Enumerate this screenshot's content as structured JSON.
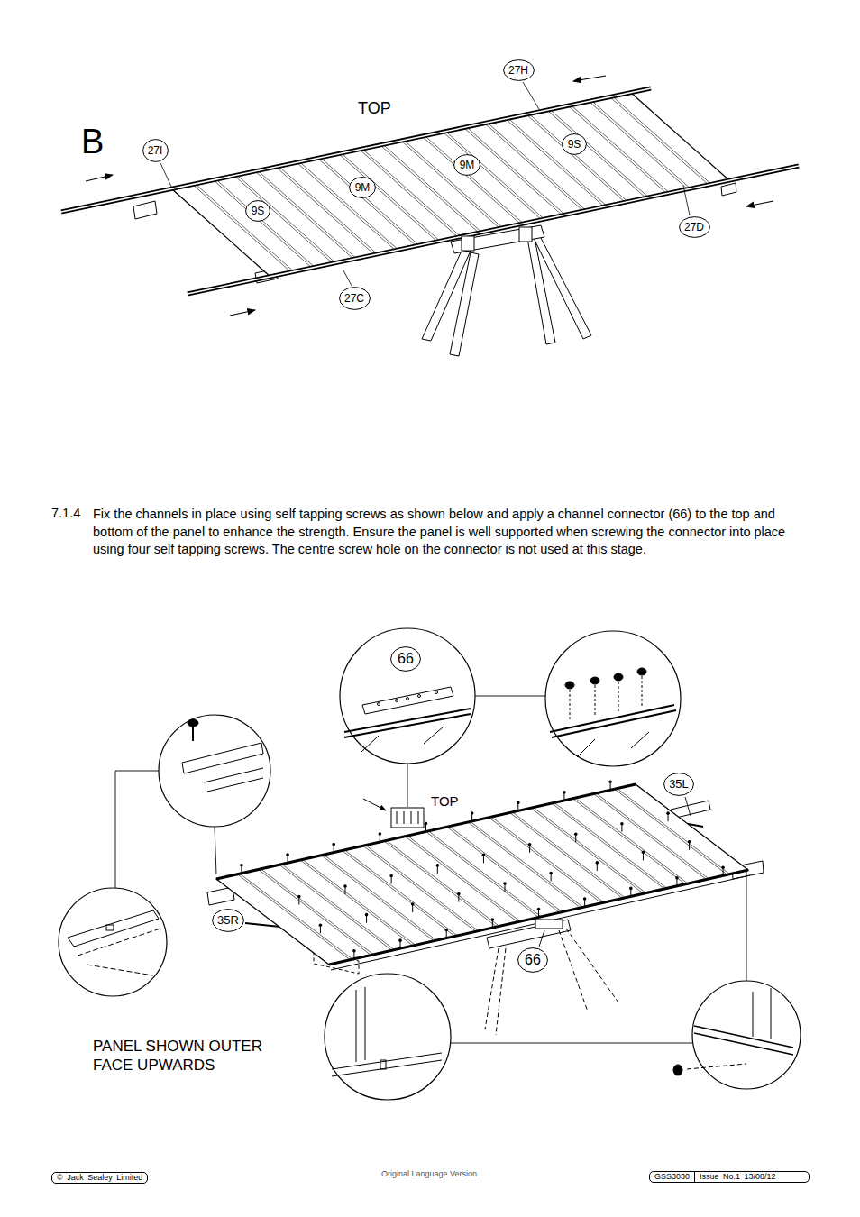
{
  "diagram": {
    "nodes": [
      {
        "text": [
          "27H"
        ]
      },
      {
        "text": [
          "9S"
        ]
      },
      {
        "text": [
          "27I"
        ]
      },
      {
        "text": [
          "9M"
        ]
      },
      {
        "text": [
          "9M"
        ]
      },
      {
        "text": [
          "9S"
        ]
      },
      {
        "text": [
          "27D"
        ]
      },
      {
        "text": [
          "27C"
        ]
      },
      {
        "text": [
          "66"
        ]
      },
      {
        "text": [
          "35L"
        ]
      },
      {
        "text": [
          "35R"
        ]
      },
      {
        "text": [
          "66"
        ]
      },
      {
        "text": [
          "© Jack Sealey Limited"
        ]
      },
      {
        "text": [
          "GSS3030",
          "Issue No.1 13/08/12"
        ]
      }
    ],
    "labels": [
      "B",
      "TOP",
      "7.1.4",
      "Fix the channels in place using self tapping screws as shown below and apply a channel connector (66) to the top and bottom of the panel to enhance the strength. Ensure the panel is well supported when screwing the connector into place using four self tapping screws. The centre screw hole on the connector is not used at this stage.",
      "TOP",
      "PANEL SHOWN OUTER FACE UPWARDS",
      "Original Language Version"
    ]
  }
}
